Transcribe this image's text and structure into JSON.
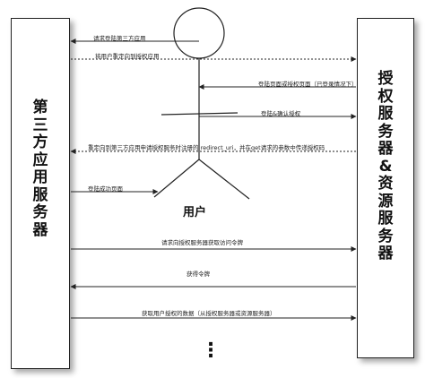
{
  "left_box": {
    "title": "第三方应用服务器"
  },
  "right_box": {
    "title": "授权服务器&资源服务器"
  },
  "actor": {
    "label": "用户"
  },
  "messages": [
    "请求登陆第三方应用",
    "将用户重定向到授权应用",
    "登陆页面或授权页面（已登录情况下）",
    "登陆&确认授权",
    "重定向到第三方应用申请授权服务时注册的 redirect_uri，并在get请求的参数中传递授权码",
    "登陆成功页面",
    "请求向授权服务器获取访问令牌",
    "获得令牌",
    "获取用户授权的数据（从授权服务器或资源服务器）"
  ],
  "continuation": "⋮"
}
